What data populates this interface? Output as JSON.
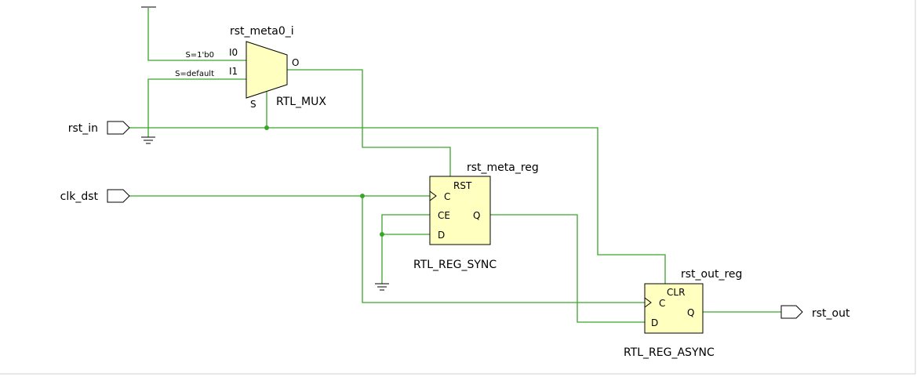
{
  "ports": {
    "rst_in": "rst_in",
    "clk_dst": "clk_dst",
    "rst_out": "rst_out"
  },
  "mux": {
    "instance": "rst_meta0_i",
    "type": "RTL_MUX",
    "pin_i0": "I0",
    "pin_i1": "I1",
    "pin_o": "O",
    "pin_s": "S",
    "sel_i0": "S=1'b0",
    "sel_i1": "S=default"
  },
  "meta_reg": {
    "instance": "rst_meta_reg",
    "type": "RTL_REG_SYNC",
    "pin_rst": "RST",
    "pin_c": "C",
    "pin_ce": "CE",
    "pin_d": "D",
    "pin_q": "Q"
  },
  "out_reg": {
    "instance": "rst_out_reg",
    "type": "RTL_REG_ASYNC",
    "pin_clr": "CLR",
    "pin_c": "C",
    "pin_d": "D",
    "pin_q": "Q"
  },
  "colors": {
    "wire": "#3aa52a",
    "cell_fill": "#ffffc0",
    "background": "#ffffff"
  }
}
